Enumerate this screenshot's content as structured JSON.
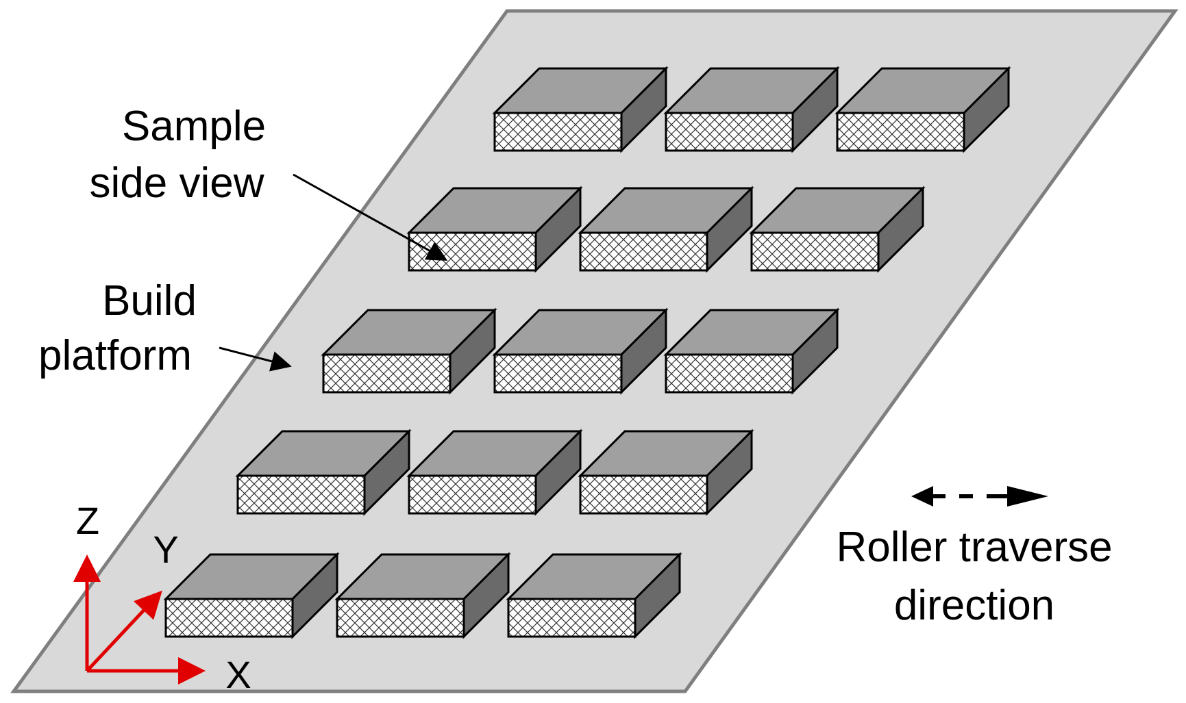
{
  "labels": {
    "sample_side_view": [
      "Sample",
      "side view"
    ],
    "build_platform": [
      "Build",
      "platform"
    ],
    "roller_traverse_direction": [
      "Roller traverse",
      "direction"
    ]
  },
  "axes": {
    "x": "X",
    "y": "Y",
    "z": "Z"
  },
  "samples": {
    "rows": 5,
    "per_row": 3
  },
  "colors": {
    "platform_fill": "#d9d9d9",
    "platform_stroke": "#7f7f7f",
    "box_top": "#a0a0a0",
    "box_side": "#6a6a6a",
    "box_front": "#ffffff",
    "axis": "#e00000",
    "arrow": "#000000"
  }
}
